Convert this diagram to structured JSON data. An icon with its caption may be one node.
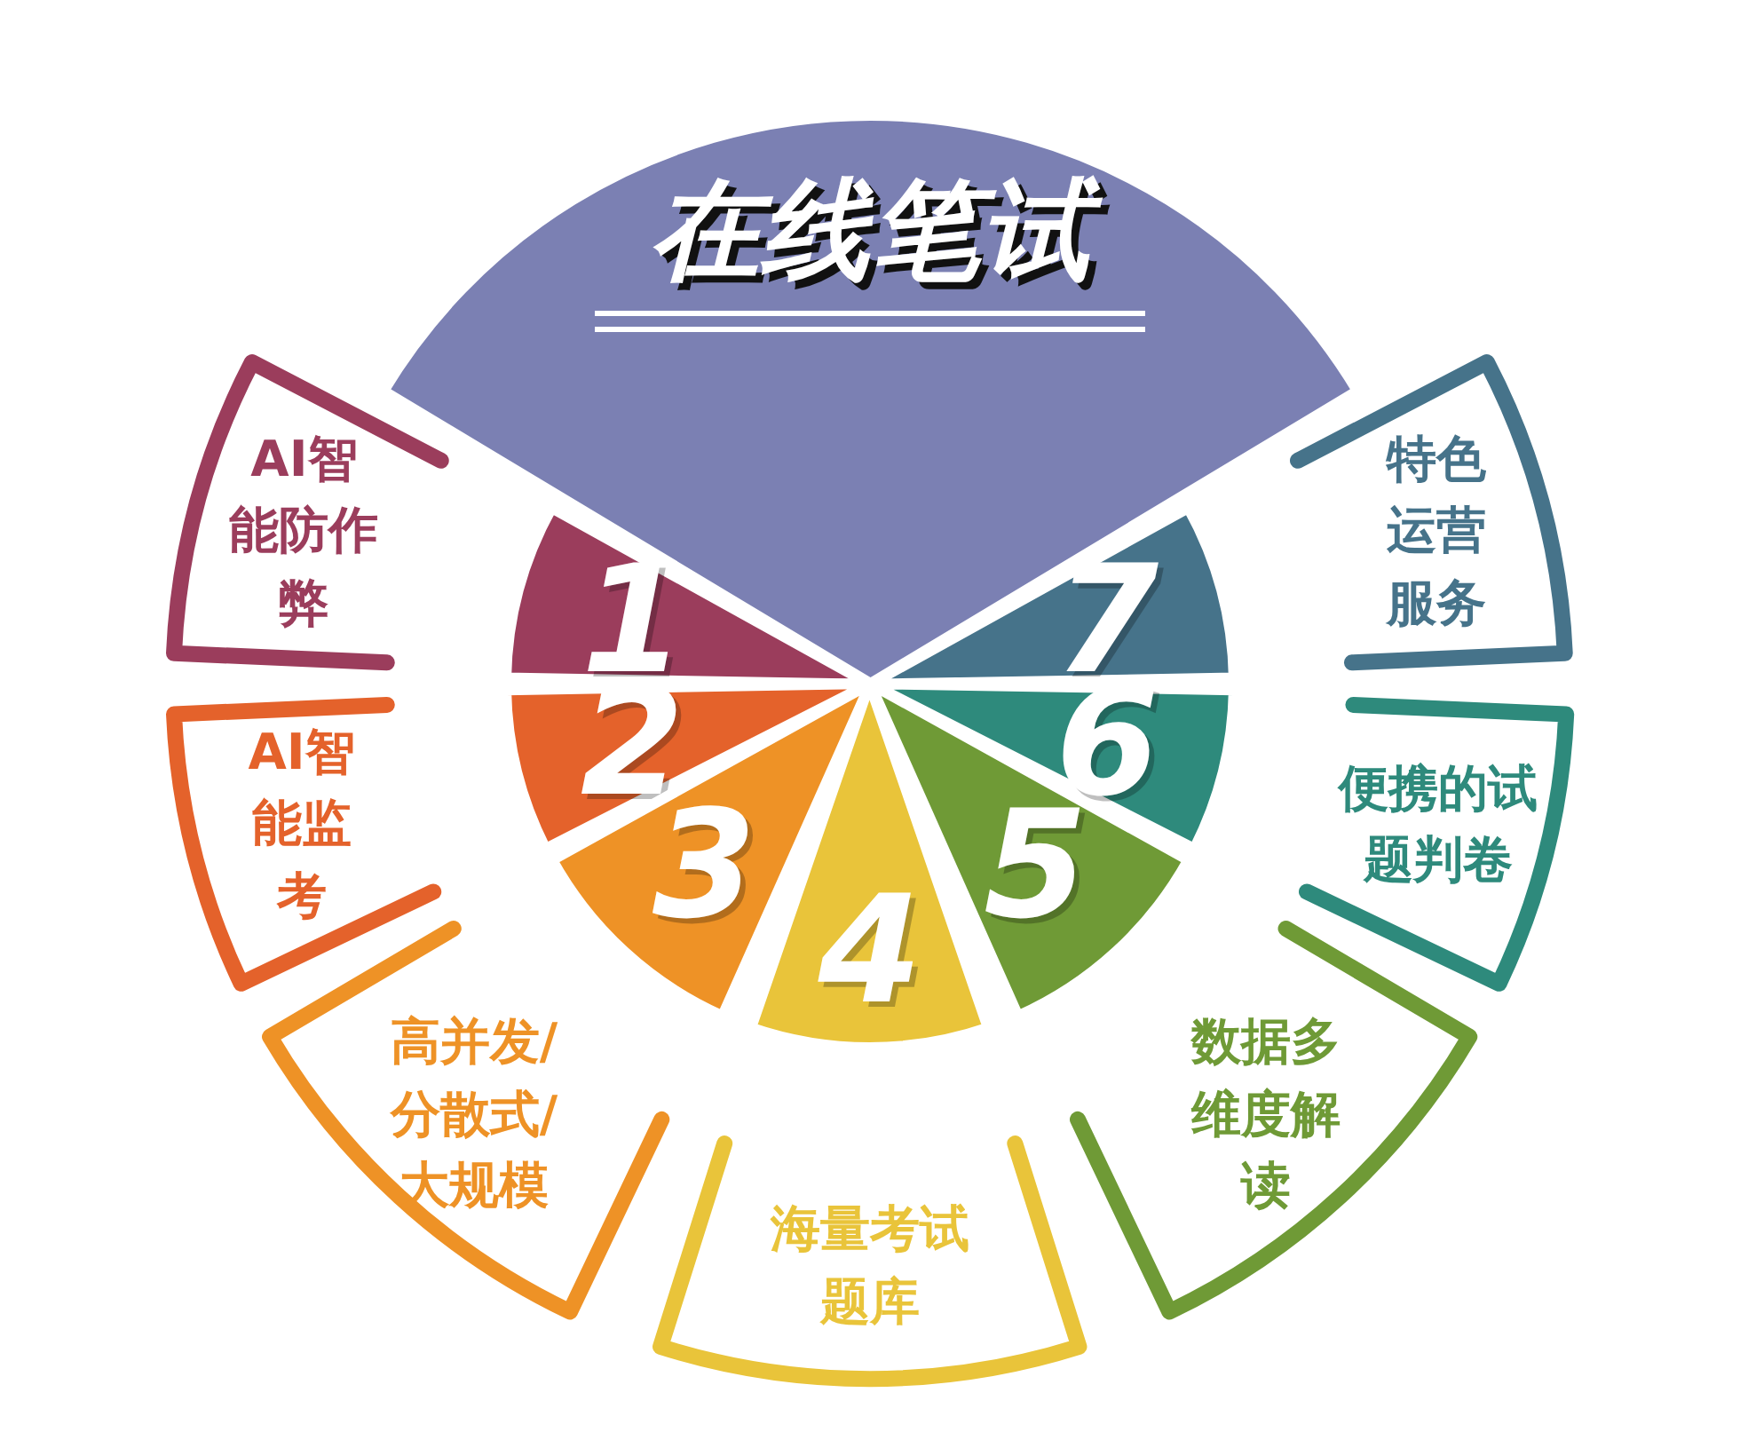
{
  "diagram": {
    "nodes": [
      {
        "text": [
          "在线笔试"
        ]
      },
      {
        "text": [
          "1"
        ]
      },
      {
        "text": [
          "AI智能防作弊"
        ]
      },
      {
        "text": [
          "2"
        ]
      },
      {
        "text": [
          "AI智能监考"
        ]
      },
      {
        "text": [
          "3"
        ]
      },
      {
        "text": [
          "高并发/分散式/大规模"
        ]
      },
      {
        "text": [
          "4"
        ]
      },
      {
        "text": [
          "海量考试题库"
        ]
      },
      {
        "text": [
          "5"
        ]
      },
      {
        "text": [
          "数据多维度解读"
        ]
      },
      {
        "text": [
          "6"
        ]
      },
      {
        "text": [
          "便携的试题判卷"
        ]
      },
      {
        "text": [
          "7"
        ]
      },
      {
        "text": [
          "特色运营服务"
        ]
      }
    ]
  }
}
